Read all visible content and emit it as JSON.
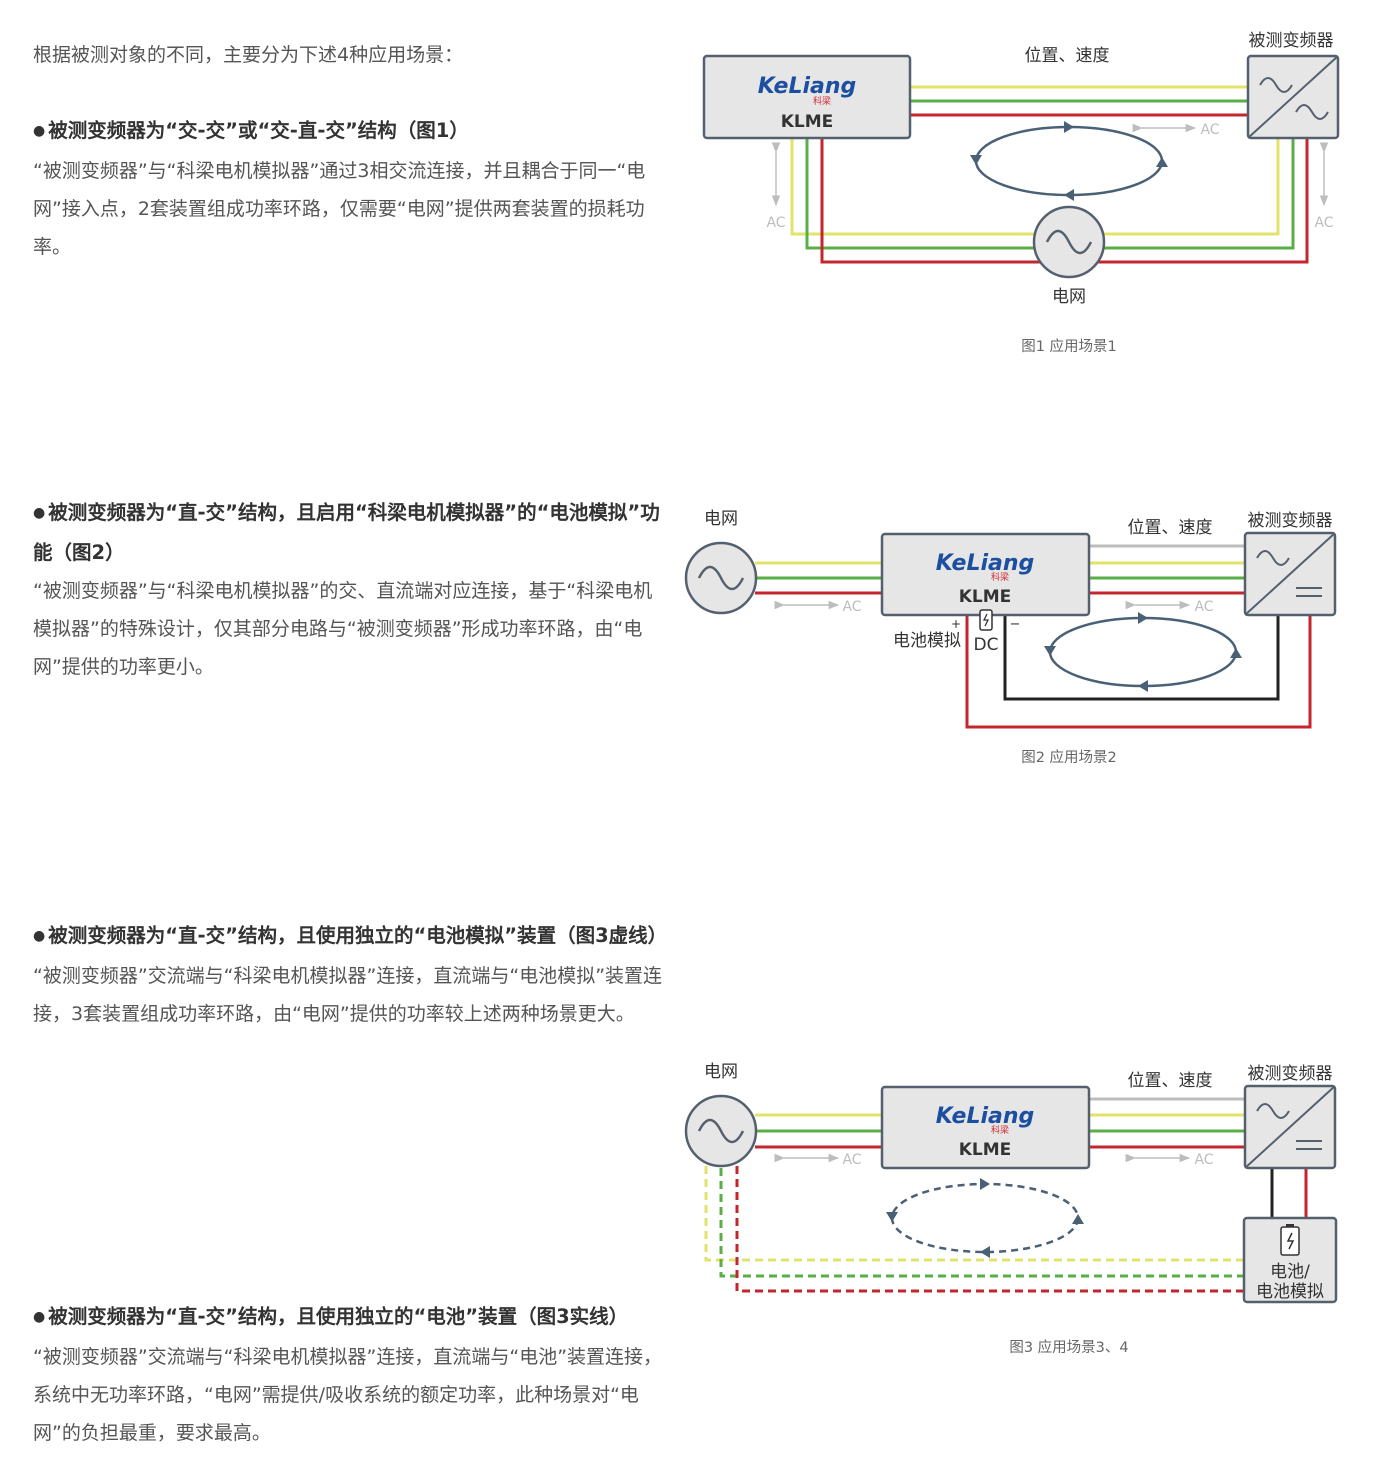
{
  "intro": "根据被测对象的不同，主要分为下述4种应用场景：",
  "sections": [
    {
      "title": "被测变频器为“交-交”或“交-直-交”结构（图1）",
      "body": "“被测变频器”与“科梁电机模拟器”通过3相交流连接，并且耦合于同一“电网”接入点，2套装置组成功率环路，仅需要“电网”提供两套装置的损耗功率。"
    },
    {
      "title": "被测变频器为“直-交”结构，且启用“科梁电机模拟器”的“电池模拟”功能（图2）",
      "body": "“被测变频器”与“科梁电机模拟器”的交、直流端对应连接，基于“科梁电机模拟器”的特殊设计，仅其部分电路与“被测变频器”形成功率环路，由“电网”提供的功率更小。"
    },
    {
      "title": "被测变频器为“直-交”结构，且使用独立的“电池模拟”装置（图3虚线）",
      "body": "“被测变频器”交流端与“科梁电机模拟器”连接，直流端与“电池模拟”装置连接，3套装置组成功率环路，由“电网”提供的功率较上述两种场景更大。"
    },
    {
      "title": "被测变频器为“直-交”结构，且使用独立的“电池”装置（图3实线）",
      "body": "“被测变频器”交流端与“科梁电机模拟器”连接，直流端与“电池”装置连接，系统中无功率环路，“电网”需提供/吸收系统的额定功率，此种场景对“电网”的负担最重，要求最高。"
    }
  ],
  "labels": {
    "klme": "KLME",
    "logo": "KeLiang",
    "logo_cn": "科梁",
    "grid": "电网",
    "dut": "被测变频器",
    "pos_speed": "位置、速度",
    "ac": "AC",
    "dc": "DC",
    "battery_sim": "电池模拟",
    "battery_slash": "电池/",
    "plus": "+",
    "minus": "−"
  },
  "captions": {
    "fig1": "图1 应用场景1",
    "fig2": "图2 应用场景2",
    "fig3": "图3 应用场景3、4"
  },
  "colors": {
    "yellow": "#e2e36a",
    "green": "#5aae48",
    "red": "#c4262e",
    "gray_wire": "#bdbdbd",
    "black_wire": "#222222",
    "box_fill": "#e6e6e6",
    "box_stroke": "#55606e",
    "loop": "#4a6075",
    "logo_blue": "#1d4fa0",
    "logo_red": "#d3282e"
  }
}
